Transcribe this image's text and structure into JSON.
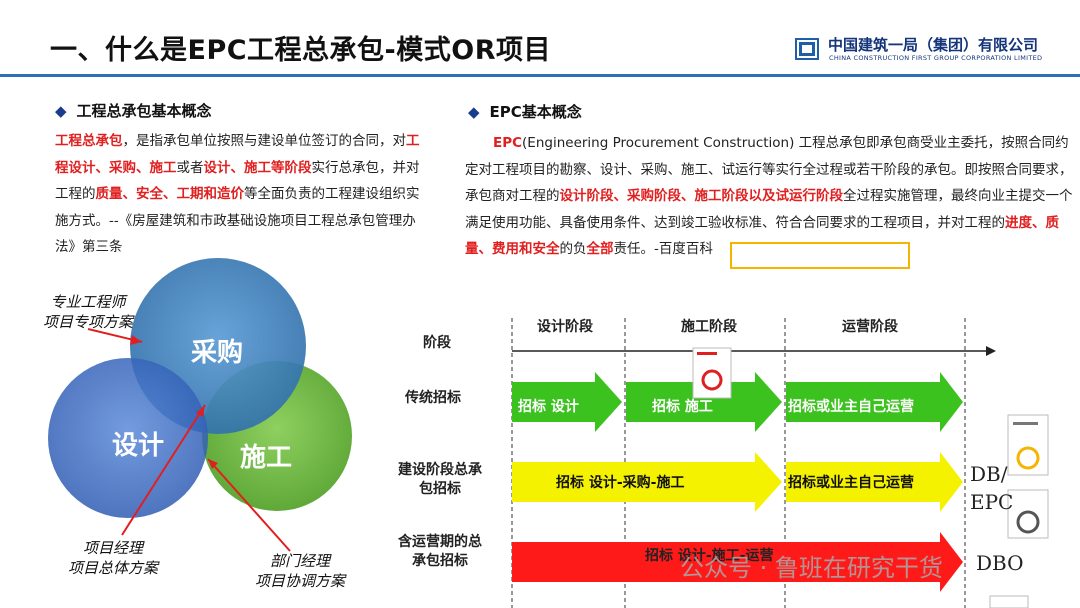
{
  "header": {
    "title": "一、什么是EPC工程总承包-模式OR项目",
    "logo_cn": "中国建筑一局（集团）有限公司",
    "logo_en": "CHINA CONSTRUCTION FIRST GROUP CORPORATION LIMITED"
  },
  "left": {
    "heading": "工程总承包基本概念",
    "p1_red": "工程总承包",
    "p1_a": "，是指承包单位按照与建设单位签订的合同，对",
    "p1_red2": "工程设计、采购、施工",
    "p1_b": "或者",
    "p1_red3": "设计、施工等阶段",
    "p1_c": "实行总承包，并对工程的",
    "p1_red4": "质量、安全、工期和造价",
    "p1_d": "等全面负责的工程建设组织实施方式。--《房屋建筑和市政基础设施项目工程总承包管理办法》第三条"
  },
  "right": {
    "heading": "EPC基本概念",
    "p_red": "EPC",
    "p_a": "(Engineering Procurement Construction) 工程总承包即承包商受业主委托，按照合同约定对工程项目的勘察、设计、采购、施工、试运行等实行全过程或若干阶段的承包。即按照合同要求，承包商对工程的",
    "p_red2": "设计阶段、采购阶段、施工阶段以及试运行阶段",
    "p_b": "全过程实施管理，最终向业主提交一个满足使用功能、具备使用条件、达到竣工验收标准、符合合同要求的工程项目，并对工程的",
    "p_red3": "进度、质量、费用和安全",
    "p_c": "的负",
    "p_red4": "全部",
    "p_d": "责任。-百度百科"
  },
  "venn": {
    "purchase": "采购",
    "design": "设计",
    "construct": "施工",
    "note_top": "专业工程师\n项目专项方案",
    "note_pm": "项目经理\n项目总体方案",
    "note_dm": "部门经理\n项目协调方案",
    "colors": {
      "purchase": "#3d7fbd",
      "design": "#3a6cc0",
      "construct": "#6db33f",
      "note_line": "#e02020"
    }
  },
  "flow": {
    "stage_label": "阶段",
    "phases": [
      "设计阶段",
      "施工阶段",
      "运营阶段"
    ],
    "rows": [
      {
        "label": "传统招标",
        "segments": [
          "招标  设计",
          "招标  施工",
          "招标或业主自己运营"
        ],
        "color": "#3cc21f"
      },
      {
        "label": "建设阶段总承\n包招标",
        "segments": [
          "招标  设计-采购-施工",
          "招标或业主自己运营"
        ],
        "color": "#f5f200"
      },
      {
        "label": "含运营期的总\n承包招标",
        "segments": [
          "招标  设计-施工-运营"
        ],
        "color": "#ff1a1a"
      }
    ],
    "side_labels": [
      "DB/",
      "EPC",
      "DBO"
    ]
  },
  "watermark": "公众号 · 鲁班在研究干货"
}
